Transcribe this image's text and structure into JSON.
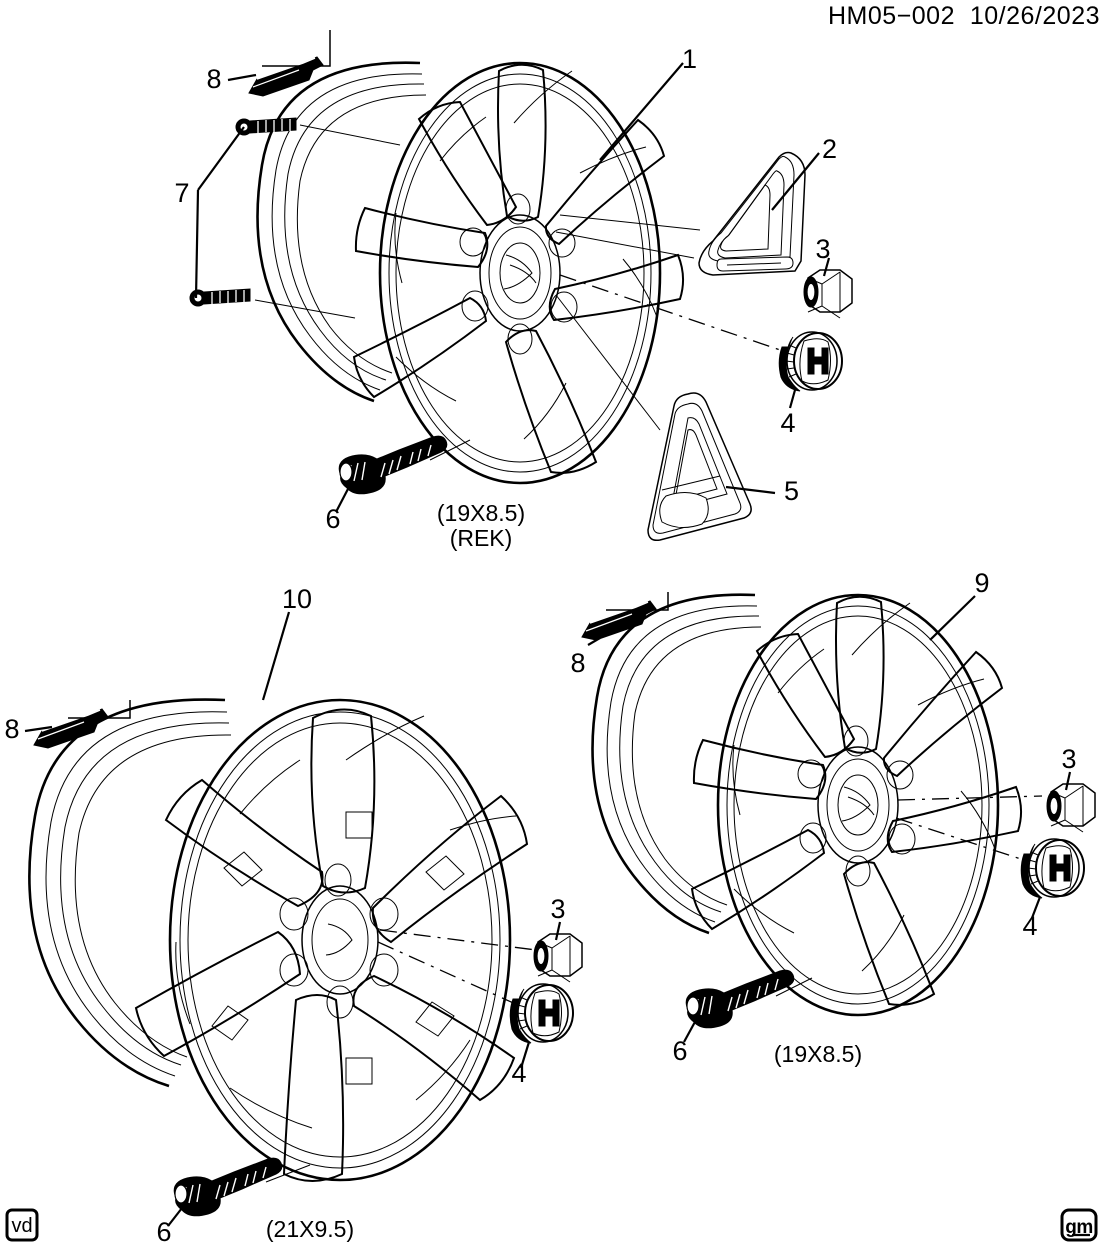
{
  "document": {
    "header_code": "HM05−002",
    "header_date": "10/26/2023",
    "revision_stamp": "vd",
    "brand_logo": "gm"
  },
  "figures": [
    {
      "id": "wheel-upper",
      "caption_size": "(19X8.5)",
      "caption_code": "(REK)",
      "spoke_count": 7,
      "callouts": [
        {
          "number": "1",
          "part": "wheel-rim-19x8.5-rek"
        },
        {
          "number": "2",
          "part": "spoke-insert-trim-upper"
        },
        {
          "number": "3",
          "part": "lug-nut"
        },
        {
          "number": "4",
          "part": "center-cap-emblem"
        },
        {
          "number": "5",
          "part": "spoke-insert-trim-lower"
        },
        {
          "number": "6",
          "part": "tpms-valve-stem-sensor"
        },
        {
          "number": "7",
          "part": "wheel-stud-screw"
        },
        {
          "number": "8",
          "part": "wheel-balance-weight"
        }
      ]
    },
    {
      "id": "wheel-lower-left",
      "caption_size": "(21X9.5)",
      "caption_code": "",
      "spoke_count": 6,
      "callouts": [
        {
          "number": "10",
          "part": "wheel-rim-21x9.5"
        },
        {
          "number": "8",
          "part": "wheel-balance-weight"
        },
        {
          "number": "3",
          "part": "lug-nut"
        },
        {
          "number": "4",
          "part": "center-cap-emblem"
        },
        {
          "number": "6",
          "part": "tpms-valve-stem-sensor"
        }
      ]
    },
    {
      "id": "wheel-lower-right",
      "caption_size": "(19X8.5)",
      "caption_code": "",
      "spoke_count": 7,
      "callouts": [
        {
          "number": "9",
          "part": "wheel-rim-19x8.5"
        },
        {
          "number": "8",
          "part": "wheel-balance-weight"
        },
        {
          "number": "3",
          "part": "lug-nut"
        },
        {
          "number": "4",
          "part": "center-cap-emblem"
        },
        {
          "number": "6",
          "part": "tpms-valve-stem-sensor"
        }
      ]
    }
  ],
  "labels": {
    "c1": "1",
    "c2": "2",
    "c3a": "3",
    "c4a": "4",
    "c5": "5",
    "c6a": "6",
    "c7": "7",
    "c8a": "8",
    "c8b": "8",
    "c10": "10",
    "c3b": "3",
    "c4b": "4",
    "c6b": "6",
    "c8c": "8",
    "c9": "9",
    "c3c": "3",
    "c4c": "4",
    "c6c": "6",
    "cap_upper_size": "(19X8.5)",
    "cap_upper_code": "(REK)",
    "cap_ll_size": "(21X9.5)",
    "cap_lr_size": "(19X8.5)"
  },
  "colors": {
    "ink": "#000000",
    "paper": "#ffffff"
  }
}
